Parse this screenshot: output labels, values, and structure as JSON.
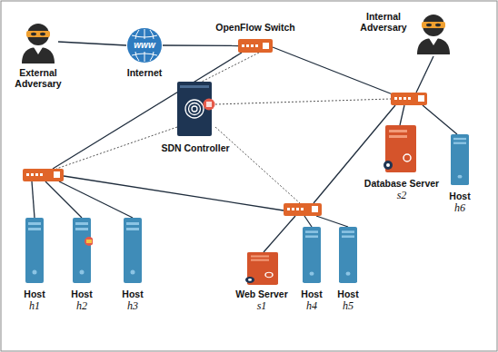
{
  "diagram": {
    "nodes": [
      {
        "text": [
          "External Adversary"
        ]
      },
      {
        "text": [
          "www",
          "Internet"
        ]
      },
      {
        "text": [
          "OpenFlow Switch"
        ]
      },
      {
        "text": [
          "Internal Adversary"
        ]
      },
      {
        "text": [
          "SDN Controller"
        ]
      },
      {
        "text": [
          "Database Server",
          "s2"
        ]
      },
      {
        "text": [
          "Host",
          "h6"
        ]
      },
      {
        "text": [
          "Host",
          "h1"
        ]
      },
      {
        "text": [
          "Host",
          "h2"
        ]
      },
      {
        "text": [
          "Host",
          "h3"
        ]
      },
      {
        "text": [
          "Web Server",
          "s1"
        ]
      },
      {
        "text": [
          "Host",
          "h4"
        ]
      },
      {
        "text": [
          "Host",
          "h5"
        ]
      }
    ],
    "edges": [
      {
        "from": 0,
        "to": 1,
        "arrow": "none"
      },
      {
        "from": 1,
        "to": 2,
        "arrow": "none"
      }
    ]
  }
}
